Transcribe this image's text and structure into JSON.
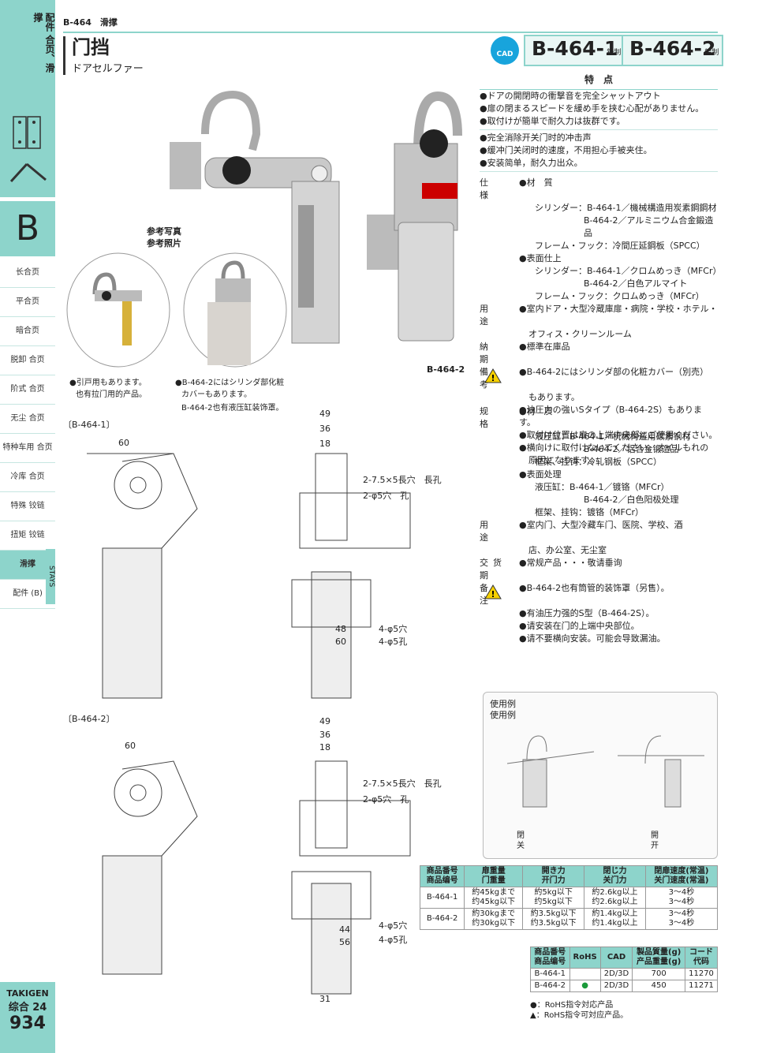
{
  "side": {
    "category": "配件 合页、滑撑",
    "big": "B",
    "nav": [
      "长合页",
      "平合页",
      "暗合页",
      "脱卸 合页",
      "阶式 合页",
      "无尘 合页",
      "特种车用 合页",
      "冷库 合页",
      "特殊 铰链",
      "扭矩 铰链",
      "滑撑",
      "配件 (B)"
    ],
    "stays": "STAYS",
    "logo1": "TAKIGEN",
    "logo2": "综合 24",
    "logo3": "934"
  },
  "header": {
    "code": "B-464",
    "cat": "滑撑"
  },
  "title": {
    "zh": "门挡",
    "ja": "ドアセルファー"
  },
  "cad": "CAD",
  "models": [
    {
      "code": "B-464-1",
      "mat": "铁制"
    },
    {
      "code": "B-464-2",
      "mat": "铝制"
    }
  ],
  "features": {
    "title": "特　点",
    "ja": [
      "●ドアの開閉時の衝撃音を完全シャットアウト",
      "●扉の閉まるスピードを緩め手を挟む心配がありません。",
      "●取付けが簡単で耐久力は抜群です。"
    ],
    "zh": [
      "●完全消除开关门时的冲击声",
      "●缓冲门关闭时的速度，不用担心手被夹住。",
      "●安装简单，耐久力出众。"
    ]
  },
  "spec_ja": [
    {
      "k": "仕　様",
      "v": "●材　質"
    },
    {
      "k": "",
      "v": "シリンダー：B-464-1／機械構造用炭素鋼鋼材",
      "i": 1
    },
    {
      "k": "",
      "v": "B-464-2／アルミニウム合金鍛造品",
      "i": 2
    },
    {
      "k": "",
      "v": "フレーム・フック：冷間圧延鋼板（SPCC）",
      "i": 1
    },
    {
      "k": "",
      "v": "●表面仕上"
    },
    {
      "k": "",
      "v": "シリンダー：B-464-1／クロムめっき（MFCr）",
      "i": 1
    },
    {
      "k": "",
      "v": "B-464-2／白色アルマイト",
      "i": 2
    },
    {
      "k": "",
      "v": "フレーム・フック：クロムめっき（MFCr）",
      "i": 1
    },
    {
      "k": "用　途",
      "v": "●室内ドア・大型冷蔵庫扉・病院・学校・ホテル・"
    },
    {
      "k": "",
      "v": "オフィス・クリーンルーム",
      "i": 3
    },
    {
      "k": "納　期",
      "v": "●標準在庫品"
    },
    {
      "k": "備　考",
      "v": "●B-464-2にはシリンダ部の化粧カバー（別売）"
    },
    {
      "k": "",
      "v": "もあります。",
      "i": 3
    },
    {
      "k": "",
      "v": "●油圧力の強いSタイプ（B-464-2S）もあります。"
    },
    {
      "k": "",
      "v": "●取付け位置は扉の上端中央部にご使用ください。"
    },
    {
      "k": "",
      "v": "●横向けに取付けないでください。オイルもれの"
    },
    {
      "k": "",
      "v": "原因になります。",
      "i": 3
    }
  ],
  "spec_zh": [
    {
      "k": "规　格",
      "v": "●材　质"
    },
    {
      "k": "",
      "v": "液压缸：B-464-1／机械构造用碳素钢材",
      "i": 1
    },
    {
      "k": "",
      "v": "B-464-2／铝合金锻造品",
      "i": 2
    },
    {
      "k": "",
      "v": "框架、挂钩：冷轧钢板（SPCC）",
      "i": 1
    },
    {
      "k": "",
      "v": "●表面处理"
    },
    {
      "k": "",
      "v": "液压缸：B-464-1／镀铬（MFCr）",
      "i": 1
    },
    {
      "k": "",
      "v": "B-464-2／白色阳极处理",
      "i": 2
    },
    {
      "k": "",
      "v": "框架、挂钩：镀铬（MFCr）",
      "i": 1
    },
    {
      "k": "用　途",
      "v": "●室内门、大型冷藏车门、医院、学校、酒"
    },
    {
      "k": "",
      "v": "店、办公室、无尘室",
      "i": 3
    },
    {
      "k": "交货期",
      "v": "●常规产品・・・敬请垂询"
    },
    {
      "k": "备　注",
      "v": "●B-464-2也有筒管的装饰罩（另售）。"
    },
    {
      "k": "",
      "v": "●有油压力强的S型（B-464-2S）。"
    },
    {
      "k": "",
      "v": "●请安装在门的上端中央部位。"
    },
    {
      "k": "",
      "v": "●请不要横向安装。可能会导致漏油。"
    }
  ],
  "photo": {
    "ref": "参考写真",
    "ref_zh": "参考照片",
    "caption": "B-464-2",
    "cap1_ja": "●引戸用もあります。",
    "cap1_zh": "也有拉门用的产品。",
    "cap2_ja": "●B-464-2にはシリンダ部化粧",
    "cap2_ja2": "カバーもあります。",
    "cap2_zh": "B-464-2也有液压缸装饰罩。"
  },
  "drawings": {
    "d1": "〔B-464-1〕",
    "d2": "〔B-464-2〕"
  },
  "usage": {
    "title_ja": "使用例",
    "title_zh": "使用例",
    "closed_ja": "閉",
    "closed_zh": "关",
    "open_ja": "開",
    "open_zh": "开"
  },
  "table1": {
    "headers": [
      [
        "商品番号",
        "商品编号"
      ],
      [
        "扉重量",
        "门重量"
      ],
      [
        "開き力",
        "开门力"
      ],
      [
        "閉じ力",
        "关门力"
      ],
      [
        "閉扉速度(常温)",
        "关门速度(常温)"
      ]
    ],
    "rows": [
      [
        "B-464-1",
        "約45kgまで",
        "約5kg以下",
        "約2.6kg以上",
        "3～4秒",
        "约45kg以下",
        "约5kg以下",
        "约2.6kg以上",
        "3～4秒"
      ],
      [
        "B-464-2",
        "約30kgまで",
        "約3.5kg以下",
        "約1.4kg以上",
        "3～4秒",
        "约30kg以下",
        "约3.5kg以下",
        "约1.4kg以上",
        "3～4秒"
      ]
    ]
  },
  "table2": {
    "headers": [
      [
        "商品番号",
        "商品编号"
      ],
      [
        "RoHS"
      ],
      [
        "CAD"
      ],
      [
        "製品質量(g)",
        "产品重量(g)"
      ],
      [
        "コード",
        "代码"
      ]
    ],
    "rows": [
      [
        "B-464-1",
        "",
        "2D/3D",
        "700",
        "11270"
      ],
      [
        "B-464-2",
        "●",
        "2D/3D",
        "450",
        "11271"
      ]
    ],
    "note1": "●：RoHS指令対応产品",
    "note2": "▲：RoHS指令可対应产品。"
  }
}
